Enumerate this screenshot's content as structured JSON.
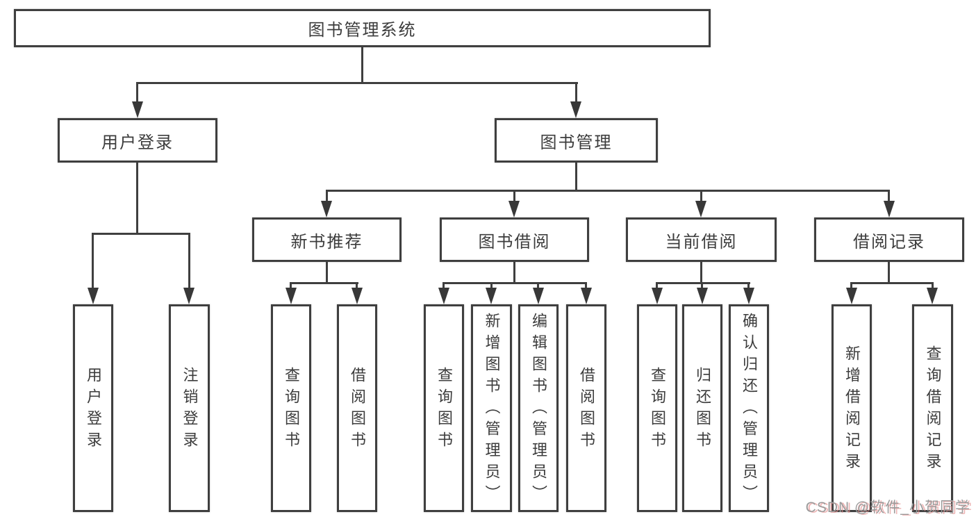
{
  "diagram": {
    "root": {
      "label": "图书管理系统"
    },
    "branches": [
      {
        "label": "用户登录",
        "children": [
          {
            "label": "用户登录"
          },
          {
            "label": "注销登录"
          }
        ]
      },
      {
        "label": "图书管理",
        "sections": [
          {
            "label": "新书推荐",
            "children": [
              {
                "label": "查询图书"
              },
              {
                "label": "借阅图书"
              }
            ]
          },
          {
            "label": "图书借阅",
            "children": [
              {
                "label": "查询图书"
              },
              {
                "label": "新增图书（管理员）"
              },
              {
                "label": "编辑图书（管理员）"
              },
              {
                "label": "借阅图书"
              }
            ]
          },
          {
            "label": "当前借阅",
            "children": [
              {
                "label": "查询图书"
              },
              {
                "label": "归还图书"
              },
              {
                "label": "确认归还（管理员）"
              }
            ]
          },
          {
            "label": "借阅记录",
            "children": [
              {
                "label": "新增借阅记录"
              },
              {
                "label": "查询借阅记录"
              }
            ]
          }
        ]
      }
    ]
  },
  "watermark": {
    "text": "CSDN @软件_小贺同学"
  },
  "colors": {
    "line": "#3f3f3f",
    "box_border": "#3f3f3f",
    "text": "#3c3c3c",
    "background": "#ffffff",
    "watermark_text": "#9b9b9b",
    "watermark_shadow": "#e58f8f"
  }
}
